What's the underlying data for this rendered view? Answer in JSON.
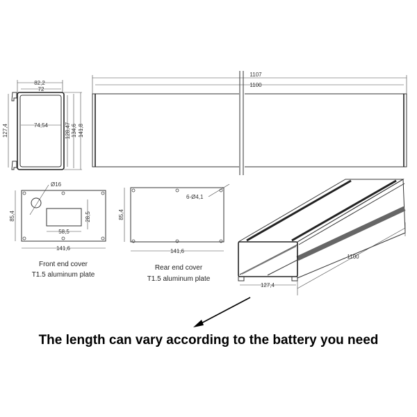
{
  "profile_section": {
    "width_outer": "82,2",
    "width_inner": "72",
    "inner_span": "74,54",
    "height_left": "127,4",
    "height_a": "128,47",
    "height_b": "134,6",
    "height_c": "141,8"
  },
  "side_view": {
    "overall_length": "1107",
    "length": "1100"
  },
  "front_cover": {
    "hole": "Ø16",
    "height": "85,4",
    "cutout_height": "28,5",
    "cutout_width": "58,5",
    "width": "141,6",
    "caption_line1": "Front end cover",
    "caption_line2": "T1.5 aluminum plate"
  },
  "rear_cover": {
    "holes": "6-Ø4,1",
    "height": "85,4",
    "width": "141,6",
    "caption_line1": "Rear end cover",
    "caption_line2": "T1.5 aluminum plate"
  },
  "iso_view": {
    "length": "1100",
    "width": "127,4"
  },
  "caption": "The length can vary according to the battery you need"
}
